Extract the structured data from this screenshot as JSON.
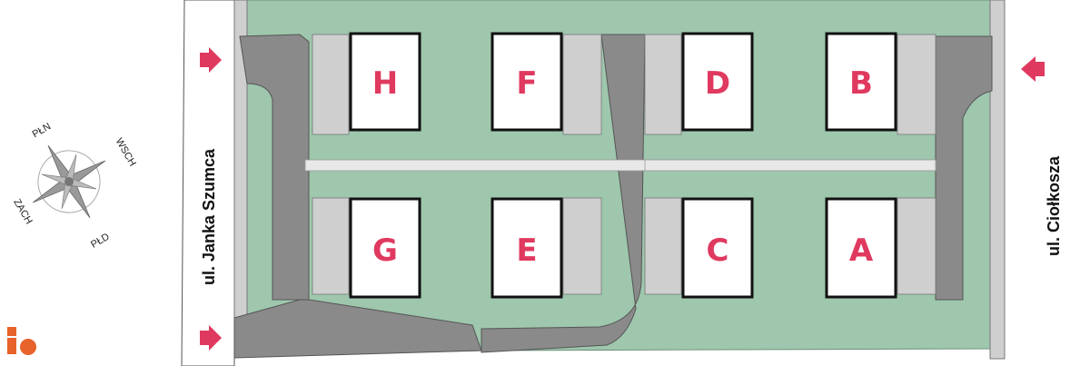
{
  "map": {
    "streets": {
      "west": "ul.  Janka Szumca",
      "east": "ul.  Ciołkosza"
    },
    "compass": {
      "north": "PŁN",
      "east": "WSCH",
      "south": "PŁD",
      "west": "ZACH"
    },
    "buildings": [
      "H",
      "F",
      "D",
      "B",
      "G",
      "E",
      "C",
      "A"
    ],
    "entrance_arrows": [
      "west-top",
      "west-bottom",
      "east"
    ],
    "colors": {
      "lawn": "#9ec7ad",
      "road": "#8a8a8a",
      "building_fill": "#ffffff",
      "building_border": "#111111",
      "letter": "#e0395f",
      "arrow": "#e0395f",
      "logo": "#e8632b"
    },
    "logo": "logo-icon"
  }
}
